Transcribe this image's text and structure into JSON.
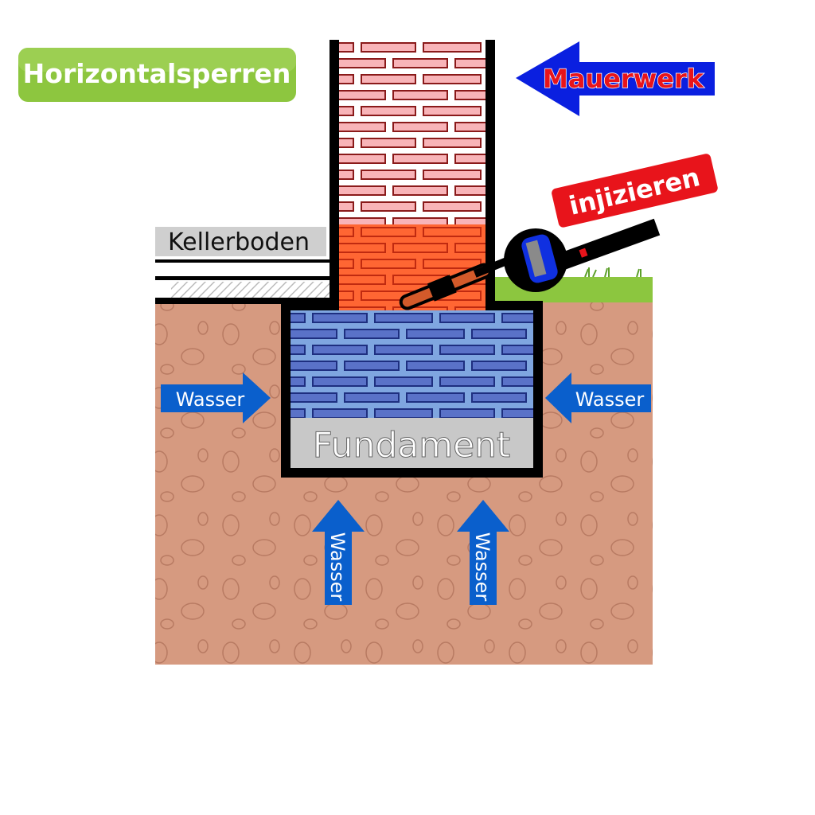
{
  "title": "Horizontalsperren",
  "labels": {
    "wall": "Mauerwerk",
    "inject": "injizieren",
    "basement_floor": "Kellerboden",
    "foundation": "Fundament",
    "water_left": "Wasser",
    "water_right": "Wasser",
    "water_up_left": "Wasser",
    "water_up_right": "Wasser"
  },
  "colors": {
    "title_bg": "#8dc63f",
    "arrow_blue": "#0a5fcc",
    "wall_arrow_blue": "#0a1fe0",
    "inject_red": "#e8141b",
    "brick_pink": "#f8b4b8",
    "brick_orange": "#ff6633",
    "brick_blue": "#5a72c8",
    "soil": "#d69a80",
    "grass": "#8cc63f",
    "foundation_label_bg": "#c8c8c8"
  }
}
